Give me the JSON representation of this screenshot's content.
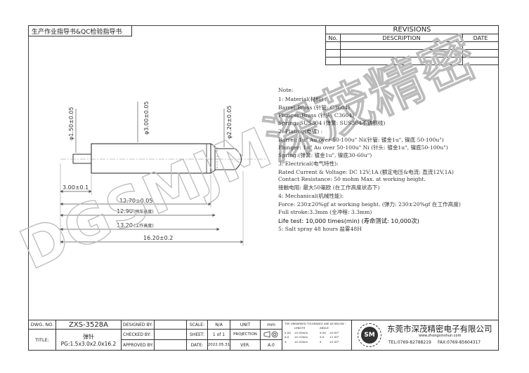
{
  "header": {
    "doc_title": "生产作业指导书&QC检验指导书"
  },
  "revisions": {
    "title": "REVISIONS",
    "col_no": "No.",
    "col_description": "DESCRIPTION",
    "col_date": "DATE"
  },
  "dimensions": {
    "d_barrel": "φ3.00±0.05",
    "d_plunger": "φ1.50±0.05",
    "d_head": "φ2.20±0.05",
    "len_plunger": "3.00±0.1",
    "len_barrel": "12.70±0.05",
    "len_preload": "12.90",
    "len_preload_note": "(预压高度)",
    "len_working": "13.20",
    "len_working_note": "(工作高度)",
    "len_total": "16.20±0.2"
  },
  "watermark": "DGSMJM深茂精密",
  "notes": {
    "title": "Note:",
    "lines": [
      "1: Material(材料) :",
      "    Barrel:Brass (针管: C3604)",
      "    Plunger:Brass (针头: C3604)",
      "    Spring: SUS304 (弹簧: SUS304不锈钢线)",
      "2: Plating(电镀) :",
      "    Barrel: 1u\" Au over 50-100u\" Ni(针管: 镀金1u\", 镍底 50-100u\")",
      "    Plunger: 1u\" Au over 50-100u\" Ni (针头: 镀金1u\", 镍底50-100u\")",
      "    Spring:(弹簧: 镀金1u\", 镍底30-60u\")",
      "3: Electrical(电气特性):",
      "    Rated Current & Voltage: DC 12V;1A (额定电压&电流: 直流12V,1A)",
      "    Contact Resistance: 50 mohm Max. at working height.",
      "    接触电阻: 最大50毫欧 (在工作高度状态下)",
      "4: Mechanical(机械性能):",
      "    Force: 230±20%gf at working height. (弹力: 230±20%gf 在工作高度)",
      "    Full stroke:3.3mm (全冲程: 3.3mm)",
      "    Life test: 10,000 times(min) (寿命测试: 10,000次)",
      "5: Salt spray 48 hours 盐雾48H"
    ]
  },
  "title_block": {
    "dwg_no_label": "DWG. NO.",
    "dwg_no": "ZXS-3528A",
    "title_label": "TITLE:",
    "title_cn": "弹针",
    "title_spec": "PG:1.5x3.0x2.0x16.2",
    "designed_by": "DESIGNED BY:",
    "checked_by": "CHECKED BY:",
    "approved_by": "APPROVED BY:",
    "scale_label": "SCALE:",
    "scale_value": "N/A",
    "sheet_label": "SHEET:",
    "sheet_value": "1 of 1",
    "date_label": "DATE:",
    "date_value": "2022.05.31",
    "unit_label": "UNIT",
    "unit_value": "mm",
    "projection_label": "PROJECTION",
    "ver_label": "VER.",
    "ver_value": "A.0",
    "tolerance_title": "THE UNMARKED TOLERANCE ARE AS BELOW :",
    "tol_length": "LENGTH",
    "tol_angle": "ANGLE",
    "tol_rows": [
      [
        "X.XX",
        "±0.05mm",
        "X.XX",
        "±0.50°"
      ],
      [
        "X.X",
        "±0.10mm",
        "X.X",
        "±1.00°"
      ],
      [
        "X",
        "±0.20mm",
        "X",
        "±2.00°"
      ]
    ],
    "company_logo": "SM",
    "company_name": "东莞市深茂精密电子有限公司",
    "company_web": "www.zhongxinshun.com",
    "company_tel": "TEL:0769-82788219",
    "company_fax": "FAX:0769-85604317"
  }
}
